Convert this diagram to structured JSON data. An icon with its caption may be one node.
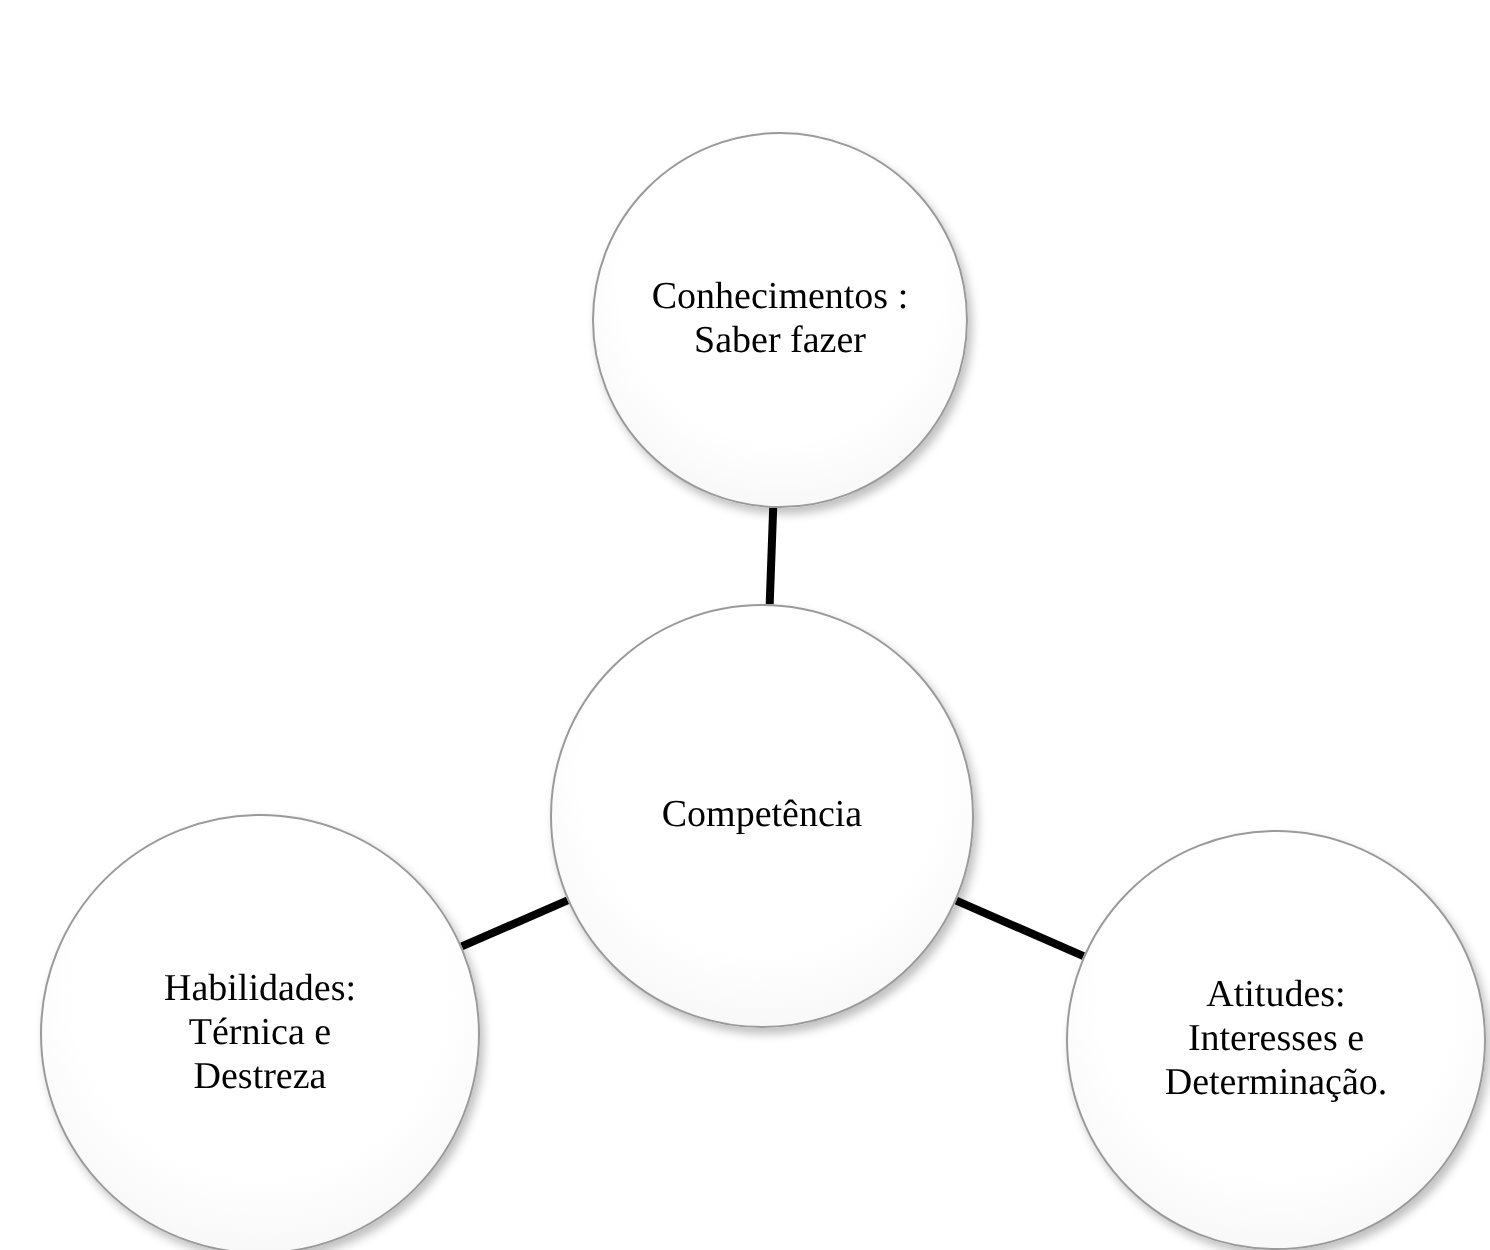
{
  "diagram": {
    "nodes": [
      {
        "text": [
          "Conhecimentos : Saber fazer"
        ]
      },
      {
        "text": [
          "Competência"
        ]
      },
      {
        "text": [
          "Habilidades: Térnica e Destreza"
        ]
      },
      {
        "text": [
          "Atitudes: Interesses e Determinação."
        ]
      }
    ],
    "edges": [
      {
        "from": 1,
        "to": 0,
        "arrow": "none"
      },
      {
        "from": 1,
        "to": 2,
        "arrow": "none"
      },
      {
        "from": 1,
        "to": 3,
        "arrow": "none"
      }
    ]
  }
}
